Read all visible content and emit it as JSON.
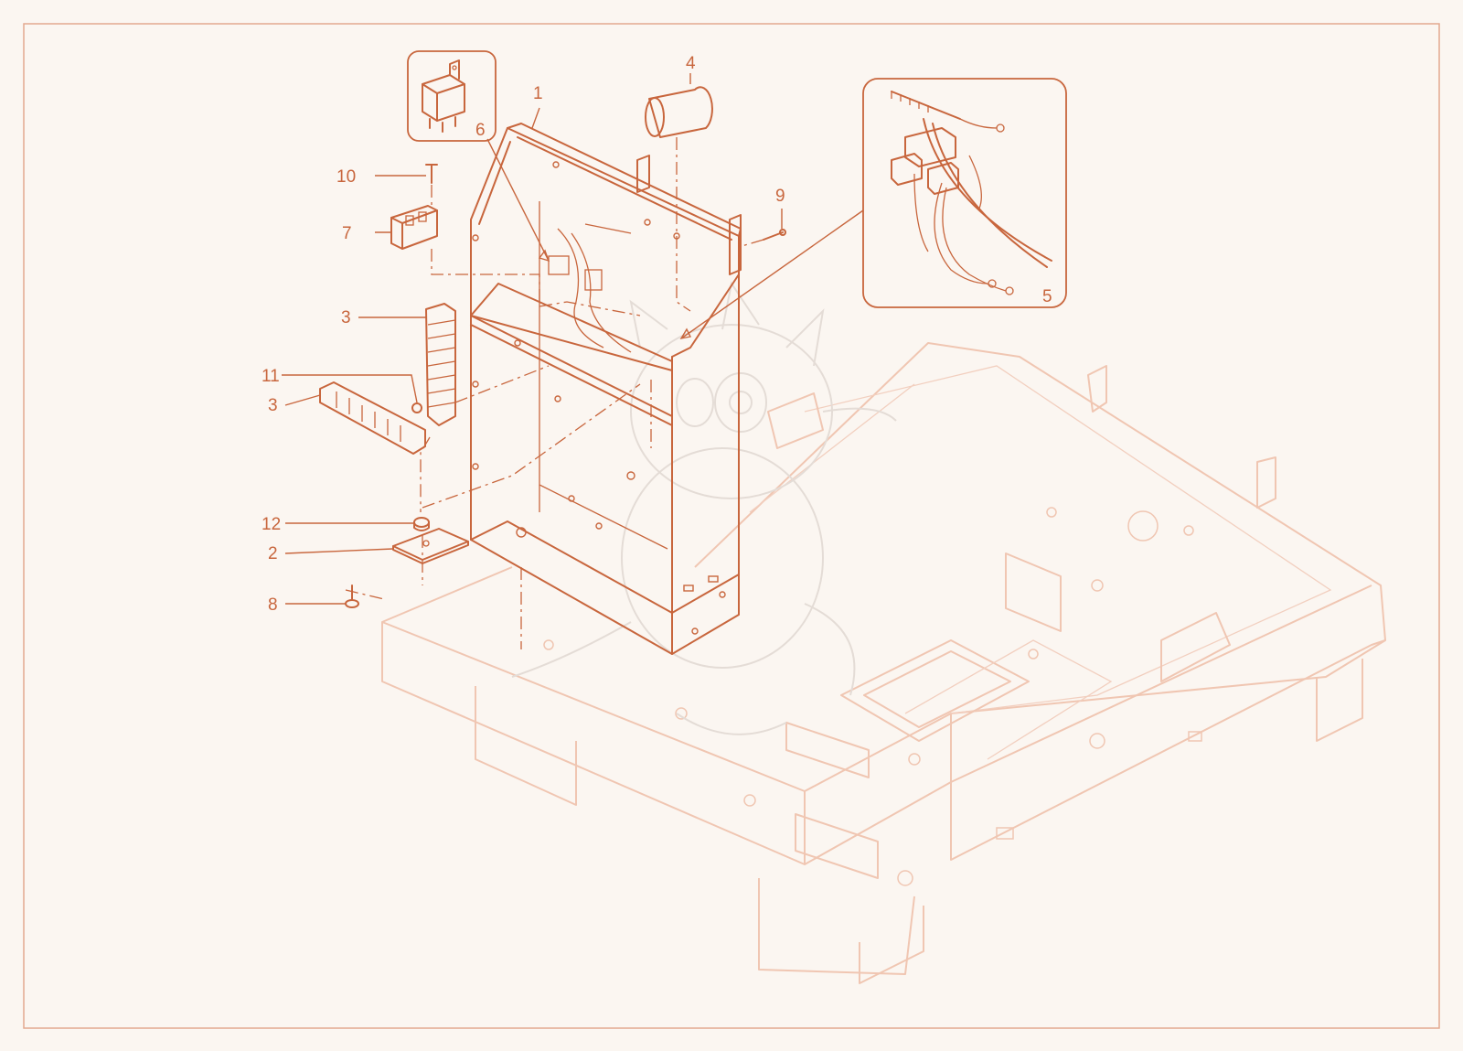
{
  "colors": {
    "background": "#fbf6f1",
    "primary": "#c8663d",
    "ghost": "#f0c6b2",
    "mascot": "#e9e4e0"
  },
  "callouts": [
    {
      "id": "c1",
      "label": "1"
    },
    {
      "id": "c2",
      "label": "2"
    },
    {
      "id": "c3a",
      "label": "3"
    },
    {
      "id": "c3b",
      "label": "3"
    },
    {
      "id": "c4",
      "label": "4"
    },
    {
      "id": "c5",
      "label": "5"
    },
    {
      "id": "c6",
      "label": "6"
    },
    {
      "id": "c7",
      "label": "7"
    },
    {
      "id": "c8",
      "label": "8"
    },
    {
      "id": "c9",
      "label": "9"
    },
    {
      "id": "c10",
      "label": "10"
    },
    {
      "id": "c11",
      "label": "11"
    },
    {
      "id": "c12",
      "label": "12"
    }
  ],
  "icons": {
    "relay_detail": "relay-icon",
    "harness_detail": "wire-harness-icon",
    "watermark": "dragon-mascot-icon"
  }
}
